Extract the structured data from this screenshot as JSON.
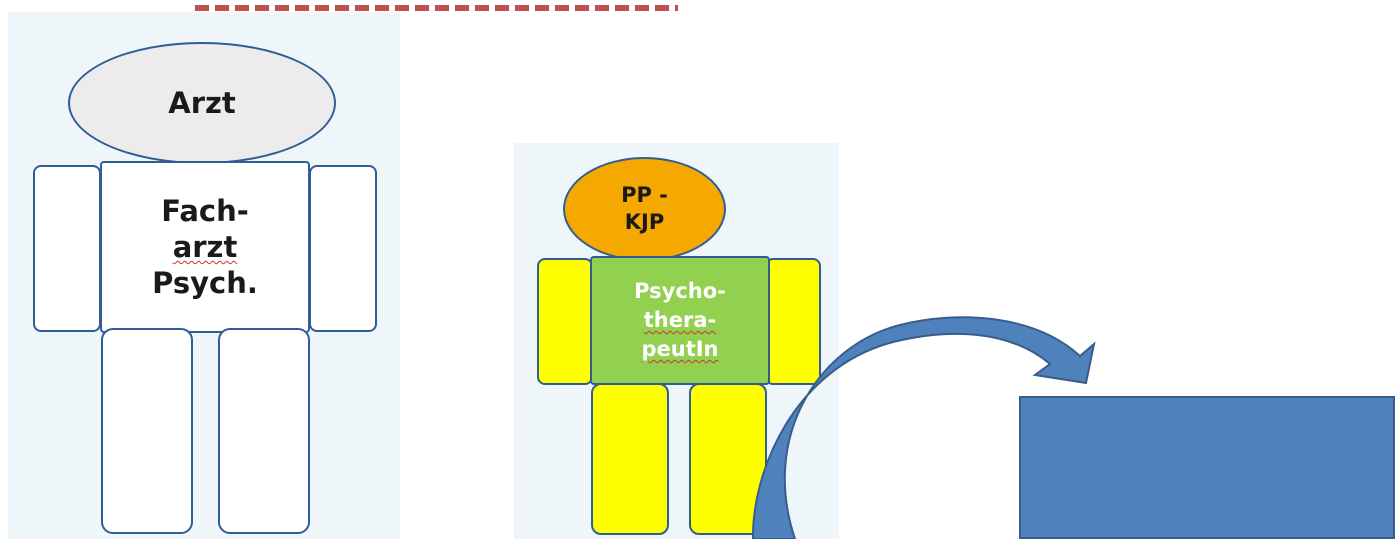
{
  "figure_left": {
    "head_label": "Arzt",
    "torso_lines": [
      "Fach-",
      "arzt",
      "Psych."
    ],
    "colors": {
      "panel_bg": "#eef6fa",
      "head_fill": "#ececec",
      "body_fill": "#ffffff",
      "outline": "#2f5d95"
    }
  },
  "figure_right": {
    "head_lines": [
      "PP -",
      "KJP"
    ],
    "torso_lines": [
      "Psycho-",
      "thera-",
      "peutIn"
    ],
    "colors": {
      "panel_bg": "#eef6fa",
      "head_fill": "#f5a800",
      "torso_fill": "#92d050",
      "torso_text": "#ffffff",
      "limb_fill": "#ffff00",
      "outline": "#2f5d95"
    }
  },
  "connector": {
    "style": "dashed",
    "color": "#c0504d"
  },
  "arrow": {
    "icon": "curved-arrow-icon",
    "color": "#4f81bd",
    "outline": "#385d8a"
  },
  "target_box": {
    "color": "#4f81bd"
  }
}
